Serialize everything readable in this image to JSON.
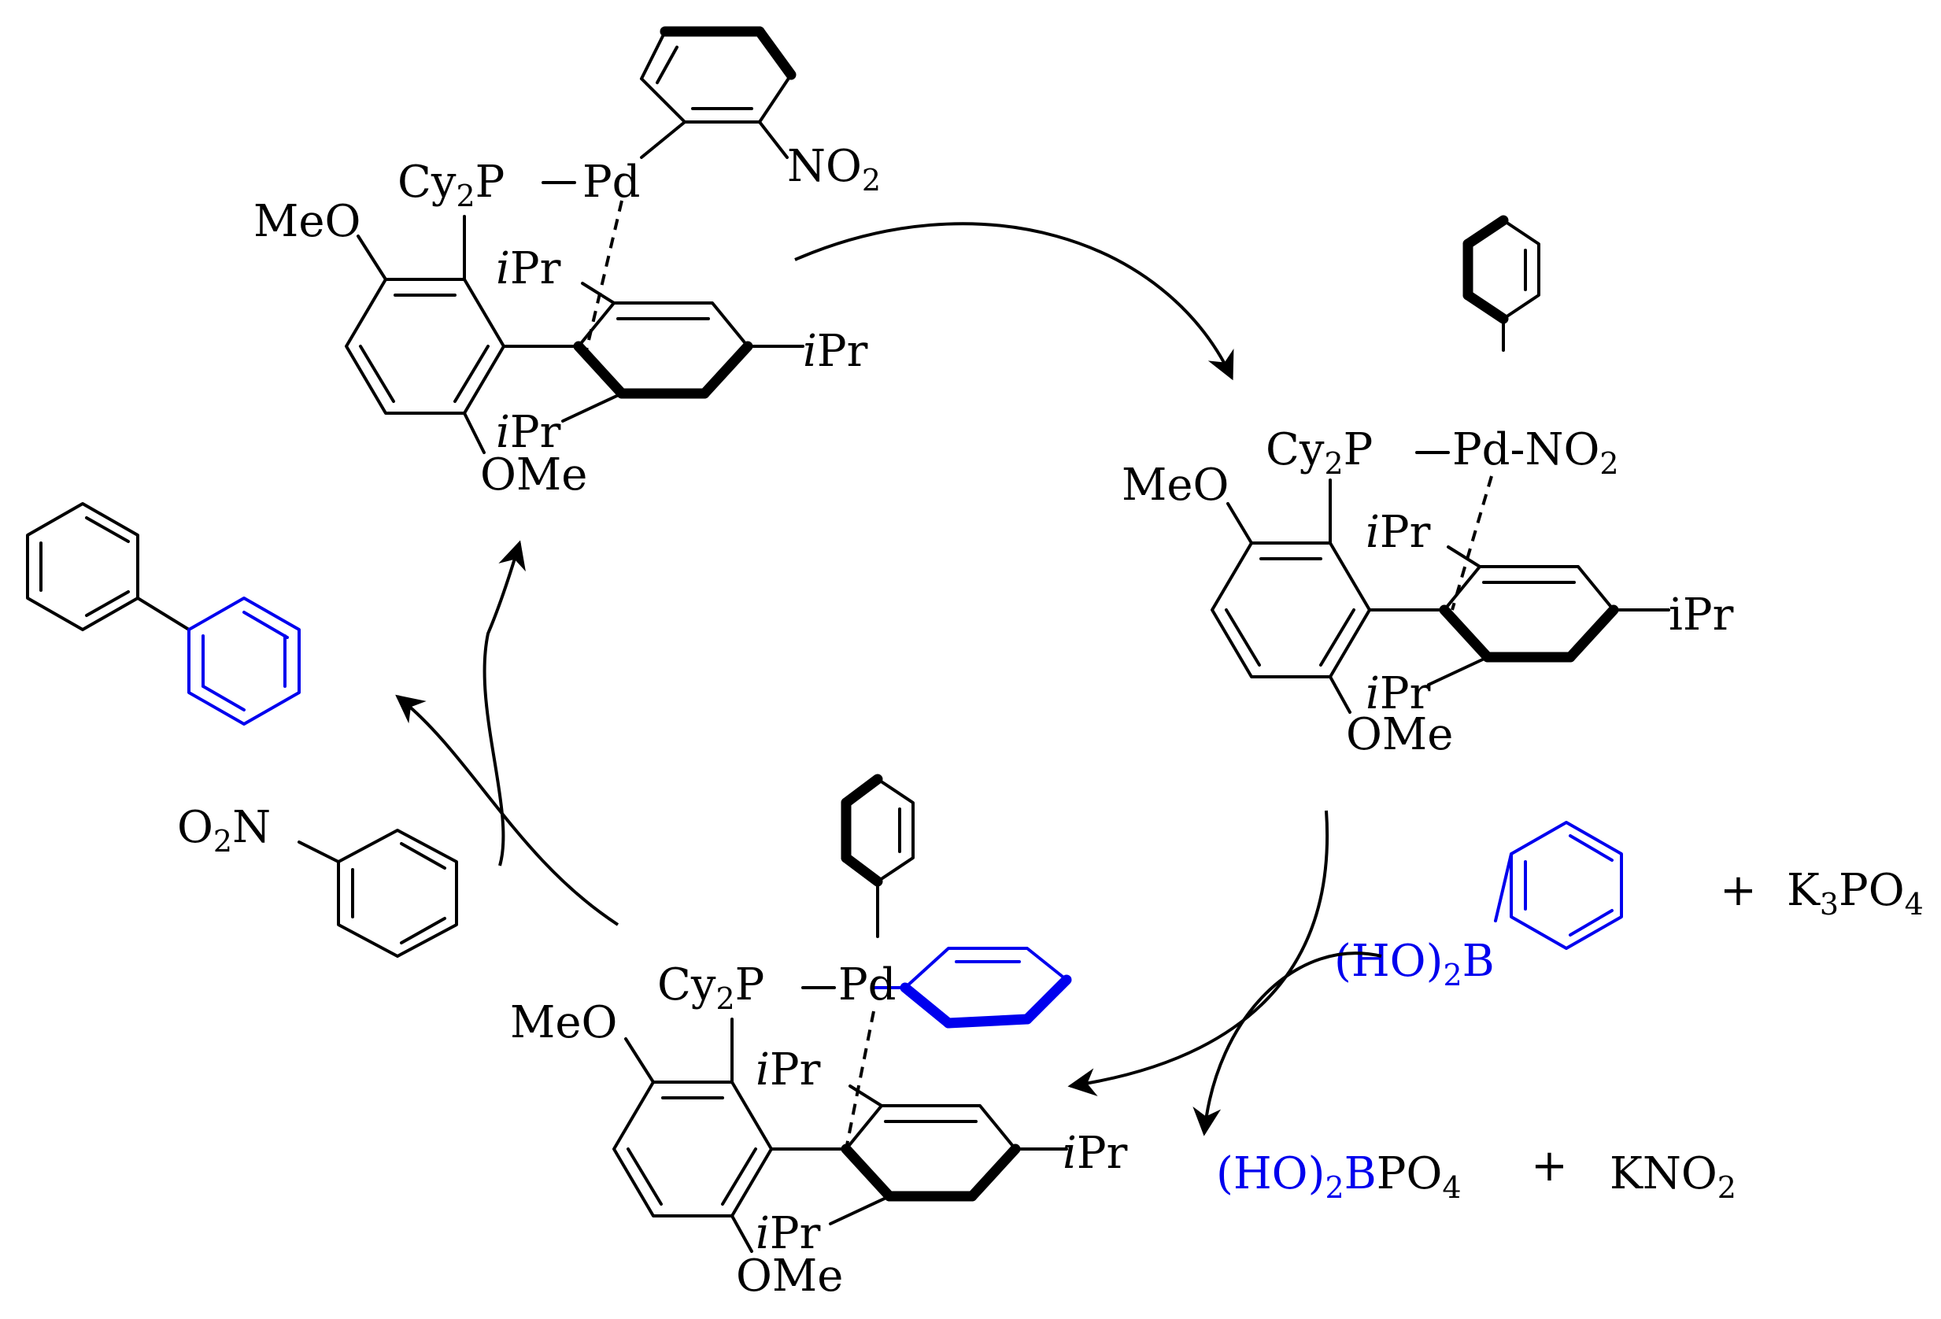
{
  "complexes": {
    "top": {
      "pd": "Pd",
      "phos": "Cy",
      "phos2": "2",
      "phos3": "P",
      "no2": "NO",
      "no2sub": "2",
      "meo": "MeO",
      "ome": "OMe",
      "ipr1_i": "i",
      "ipr1": "Pr",
      "ipr2_i": "i",
      "ipr2": "Pr",
      "ipr3_i": "i",
      "ipr3": "Pr"
    },
    "right": {
      "pd": "Pd",
      "dash": "-",
      "no2": "NO",
      "no2sub": "2",
      "phos": "Cy",
      "phos2": "2",
      "phos3": "P",
      "meo": "MeO",
      "ome": "OMe",
      "ipr1_i": "i",
      "ipr1": "Pr",
      "ipr2": "iPr",
      "ipr3_i": "i",
      "ipr3": "Pr"
    },
    "bottom": {
      "pd": "Pd",
      "phos": "Cy",
      "phos2": "2",
      "phos3": "P",
      "meo": "MeO",
      "ome": "OMe",
      "ipr1_i": "i",
      "ipr1": "Pr",
      "ipr2_i": "i",
      "ipr2": "Pr",
      "ipr3_i": "i",
      "ipr3": "Pr"
    }
  },
  "reagents": {
    "boronic": {
      "a": "(HO)",
      "b": "2",
      "c": "B"
    },
    "plus1": "+",
    "base": {
      "a": "K",
      "b": "3",
      "c": "PO",
      "d": "4"
    },
    "byproduct1": {
      "a": "(HO)",
      "b": "2",
      "c": "B",
      "d": "PO",
      "e": "4"
    },
    "plus2": "+",
    "byproduct2": {
      "a": "KNO",
      "b": "2"
    },
    "nitro": {
      "a": "O",
      "b": "2",
      "c": "N"
    }
  },
  "colors": {
    "highlight": "#0000ee",
    "ink": "#000000"
  }
}
